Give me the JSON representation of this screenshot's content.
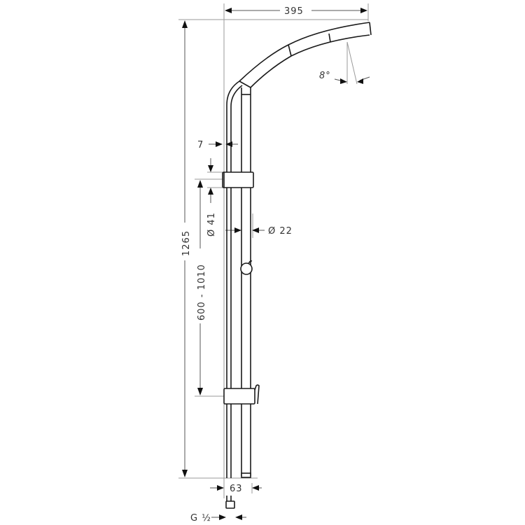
{
  "drawing": {
    "title": "Shower pipe technical drawing",
    "dimensions": {
      "overall_width": "395",
      "spray_angle": "8°",
      "overall_height": "1265",
      "holder_offset": "7",
      "holder_height": "Ø 41",
      "pipe_diameter": "Ø 22",
      "adjustable_range": "600 - 1010",
      "wall_offset": "63",
      "connection_thread": "G ½"
    },
    "colors": {
      "line": "#1a1a1a",
      "dimension_line": "#555555",
      "extension_line": "#9a9a9a",
      "background": "#ffffff"
    }
  }
}
